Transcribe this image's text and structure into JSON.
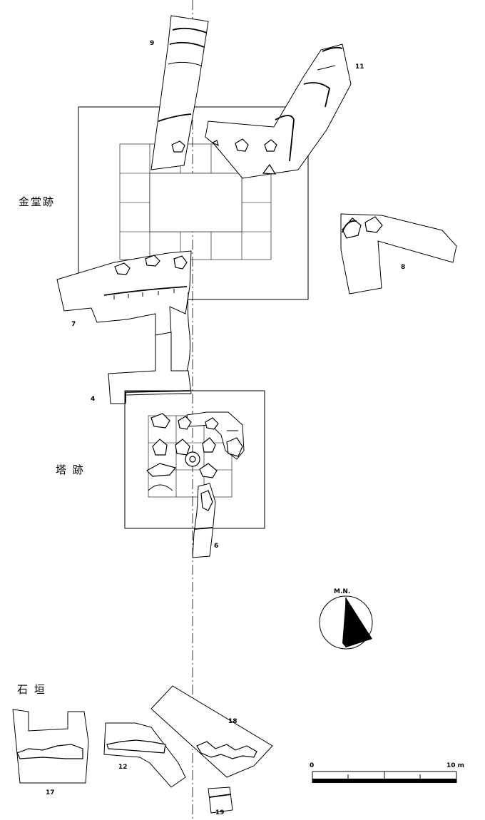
{
  "labels": {
    "kondo": "金堂跡",
    "to": "塔 跡",
    "ishigaki": "石 垣"
  },
  "trenches": [
    "9",
    "11",
    "8",
    "7",
    "4",
    "6",
    "18",
    "17",
    "12",
    "19"
  ],
  "north_arrow": {
    "label": "M.N."
  },
  "scale_bar": {
    "start": "0",
    "end": "10 m"
  }
}
